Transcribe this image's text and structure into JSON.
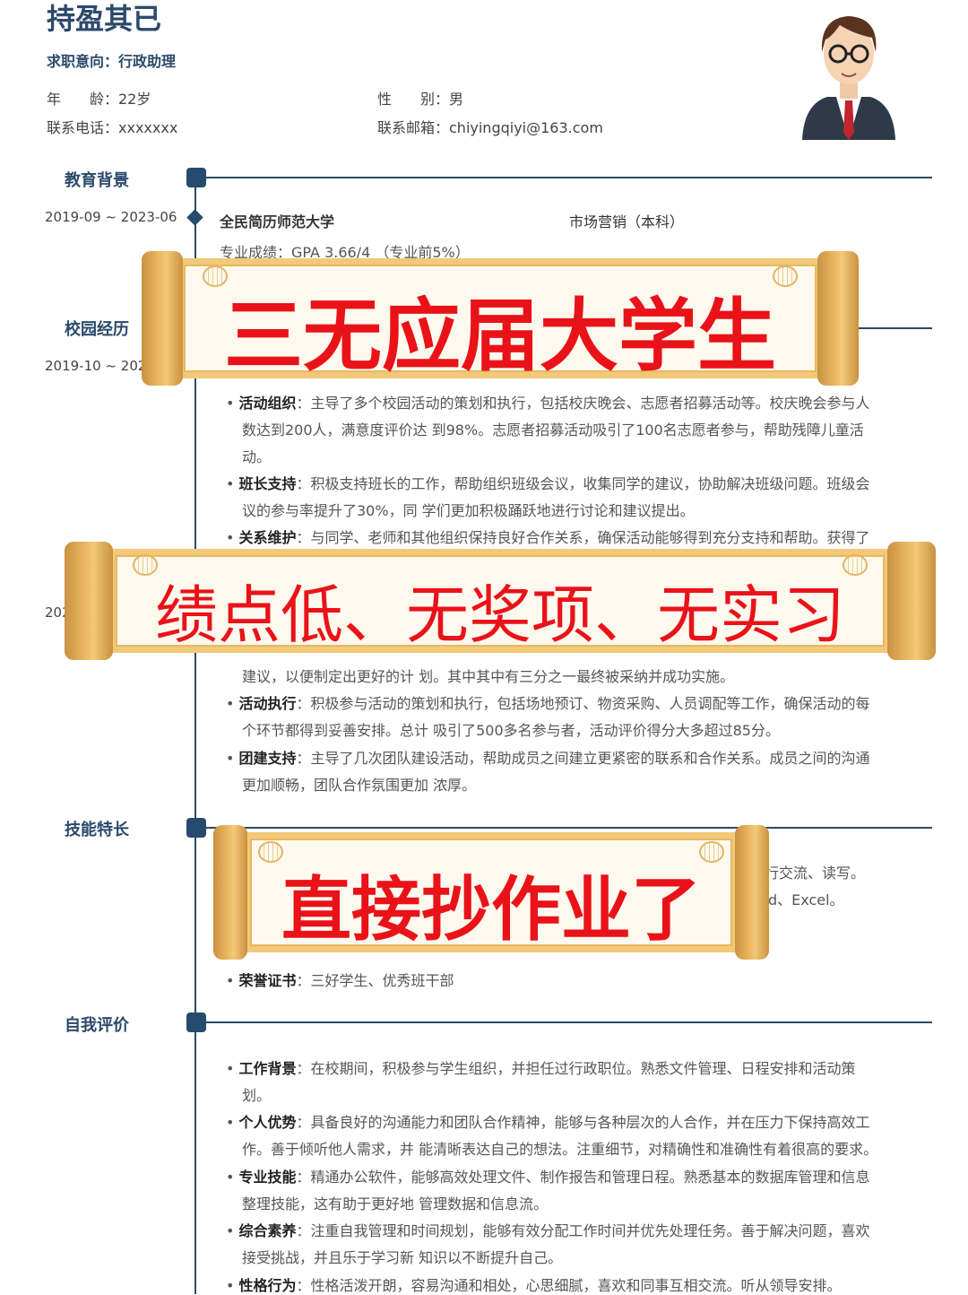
{
  "header": {
    "name": "持盈其已",
    "intent": "求职意向：行政助理",
    "age": "年　　龄：22岁",
    "gender": "性　　别：男",
    "phone": "联系电话：xxxxxxx",
    "email": "联系邮箱：chiyingqiyi@163.com"
  },
  "sections": {
    "education": "教育背景",
    "campus": "校园经历",
    "skills": "技能特长",
    "self": "自我评价"
  },
  "education": {
    "date": "2019-09 ~ 2023-06",
    "school": "全民简历师范大学",
    "major": "市场营销（本科）",
    "gpa": "专业成绩：GPA 3.66/4 （专业前5%）"
  },
  "campus": {
    "date1": "2019-10 ~ 202",
    "date2": "202",
    "items": [
      {
        "label": "活动组织",
        "l1": "：主导了多个校园活动的策划和执行，包括校庆晚会、志愿者招募活动等。校庆晚会参与人",
        "l2": "数达到200人，满意度评价达 到98%。志愿者招募活动吸引了100名志愿者参与，帮助残障儿童活",
        "l3": "动。"
      },
      {
        "label": "班长支持",
        "l1": "：积极支持班长的工作，帮助组织班级会议，收集同学的建议，协助解决班级问题。班级会",
        "l2": "议的参与率提升了30%，同 学们更加积极踊跃地进行讨论和建议提出。"
      },
      {
        "label": "关系维护",
        "l1": "：与同学、老师和其他组织保持良好合作关系，确保活动能够得到充分支持和帮助。获得了"
      }
    ],
    "cont": "建议，以便制定出更好的计 划。其中其中有三分之一最终被采纳并成功实施。",
    "items2": [
      {
        "label": "活动执行",
        "l1": "：积极参与活动的策划和执行，包括场地预订、物资采购、人员调配等工作，确保活动的每",
        "l2": "个环节都得到妥善安排。总计 吸引了500多名参与者，活动评价得分大多超过85分。"
      },
      {
        "label": "团建支持",
        "l1": "：主导了几次团队建设活动，帮助成员之间建立更紧密的联系和合作关系。成员之间的沟通",
        "l2": "更加顺畅，团队合作氛围更加 浓厚。"
      }
    ]
  },
  "skills": {
    "frag1": "行交流、读写。",
    "frag2": "d、Excel。",
    "honor_label": "荣誉证书",
    "honor": "：三好学生、优秀班干部"
  },
  "self": [
    {
      "label": "工作背景",
      "l1": "：在校期间，积极参与学生组织，并担任过行政职位。熟悉文件管理、日程安排和活动策",
      "l2": "划。"
    },
    {
      "label": "个人优势",
      "l1": "：具备良好的沟通能力和团队合作精神，能够与各种层次的人合作，并在压力下保持高效工",
      "l2": "作。善于倾听他人需求，并 能清晰表达自己的想法。注重细节，对精确性和准确性有着很高的要求。"
    },
    {
      "label": "专业技能",
      "l1": "：精通办公软件，能够高效处理文件、制作报告和管理日程。熟悉基本的数据库管理和信息",
      "l2": "整理技能，这有助于更好地 管理数据和信息流。"
    },
    {
      "label": "综合素养",
      "l1": "：注重自我管理和时间规划，能够有效分配工作时间并优先处理任务。善于解决问题，喜欢",
      "l2": "接受挑战，并且乐于学习新 知识以不断提升自己。"
    },
    {
      "label": "性格行为",
      "l1": "：性格活泼开朗，容易沟通和相处，心思细腻，喜欢和同事互相交流。听从领导安排。"
    }
  ],
  "banners": [
    "三无应届大学生",
    "绩点低、无奖项、无实习",
    "直接抄作业了"
  ],
  "colors": {
    "navy": "#2b4a6b",
    "banner_text": "#ea1219",
    "gold": "#e9b660"
  }
}
